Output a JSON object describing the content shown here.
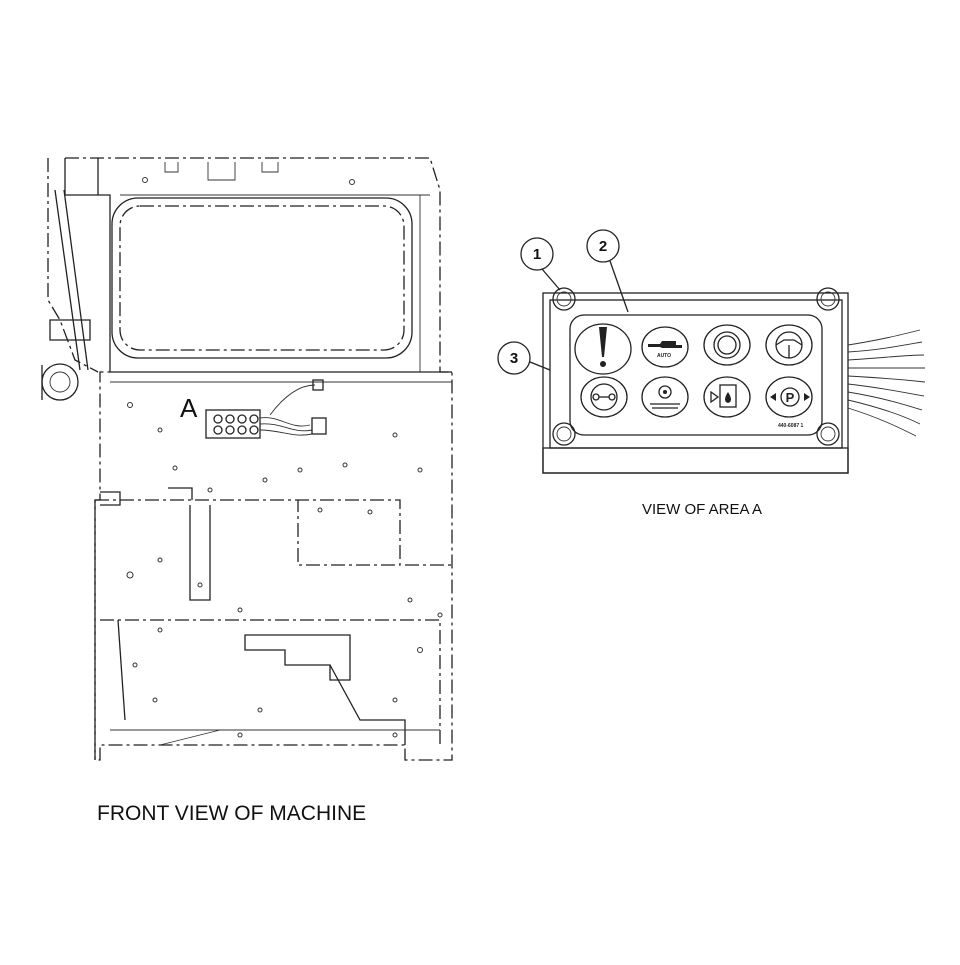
{
  "captions": {
    "front_view": "FRONT VIEW OF MACHINE",
    "detail_view": "VIEW OF AREA A"
  },
  "area_marker": "A",
  "callouts": [
    "1",
    "2",
    "3"
  ],
  "panel": {
    "part_number": "440-6087 1",
    "auto_label": "AUTO",
    "parking_label": "P",
    "icons": [
      "warning-exclamation-icon",
      "auto-lube-icon",
      "engine-start-icon",
      "steering-wheel-icon",
      "axle-icon",
      "ride-control-icon",
      "fluid-level-icon",
      "parking-brake-icon"
    ]
  },
  "colors": {
    "line": "#222222",
    "background": "#ffffff"
  }
}
